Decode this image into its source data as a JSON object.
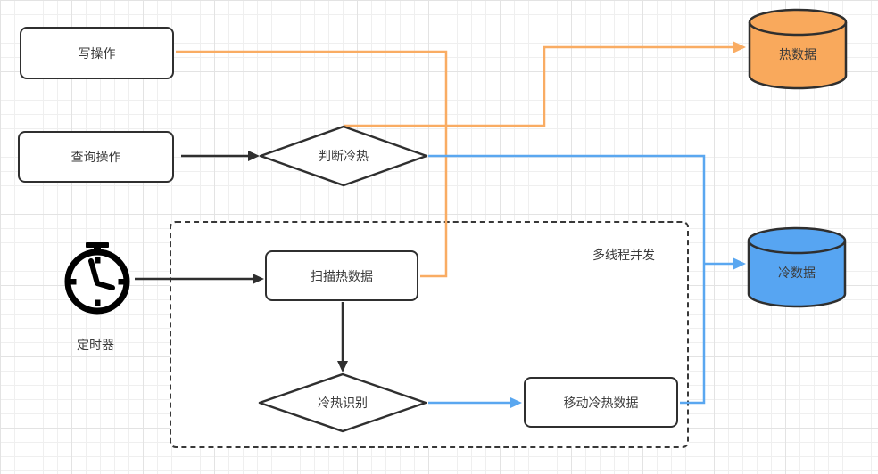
{
  "diagram": {
    "title_hint": "hot-cold data separation flowchart",
    "nodes": {
      "write_op": {
        "label": "写操作",
        "shape": "rounded-rect"
      },
      "query_op": {
        "label": "查询操作",
        "shape": "rounded-rect"
      },
      "judge_hot_cold": {
        "label": "判断冷热",
        "shape": "diamond"
      },
      "scan_hot_data": {
        "label": "扫描热数据",
        "shape": "rounded-rect"
      },
      "hot_cold_detect": {
        "label": "冷热识别",
        "shape": "diamond"
      },
      "move_data": {
        "label": "移动冷热数据",
        "shape": "rounded-rect"
      },
      "hot_db": {
        "label": "热数据",
        "shape": "cylinder",
        "fill": "#F9A95C"
      },
      "cold_db": {
        "label": "冷数据",
        "shape": "cylinder",
        "fill": "#57A5F2"
      },
      "timer": {
        "label": "定时器",
        "shape": "stopwatch-icon"
      },
      "thread_container": {
        "label": "多线程并发",
        "shape": "dashed-container"
      }
    },
    "edges": [
      {
        "from": "write_op",
        "to": "scan_hot_data",
        "color": "orange",
        "arrow": false
      },
      {
        "from": "judge_hot_cold",
        "to": "hot_db",
        "color": "orange",
        "arrow": true
      },
      {
        "from": "query_op",
        "to": "judge_hot_cold",
        "color": "black",
        "arrow": true
      },
      {
        "from": "timer",
        "to": "scan_hot_data",
        "color": "black",
        "arrow": true
      },
      {
        "from": "scan_hot_data",
        "to": "hot_cold_detect",
        "color": "black",
        "arrow": true
      },
      {
        "from": "hot_cold_detect",
        "to": "move_data",
        "color": "blue",
        "arrow": true
      },
      {
        "from": "judge_hot_cold",
        "to": "cold_db",
        "color": "blue",
        "arrow": true
      },
      {
        "from": "move_data",
        "to": "cold_db",
        "color": "blue",
        "arrow": true
      }
    ]
  },
  "colors": {
    "stroke": "#2F2F2F",
    "text": "#3B3B3B",
    "hot-fill": "#F9A95C",
    "orange-line": "#F9AC63",
    "cold-fill": "#57A5F2",
    "blue-line": "#5AA7F0",
    "black-line": "#2F2F2F",
    "container-border": "#383838",
    "grid-minor": "#EFEFEF",
    "grid-major": "#E3E3E3"
  }
}
